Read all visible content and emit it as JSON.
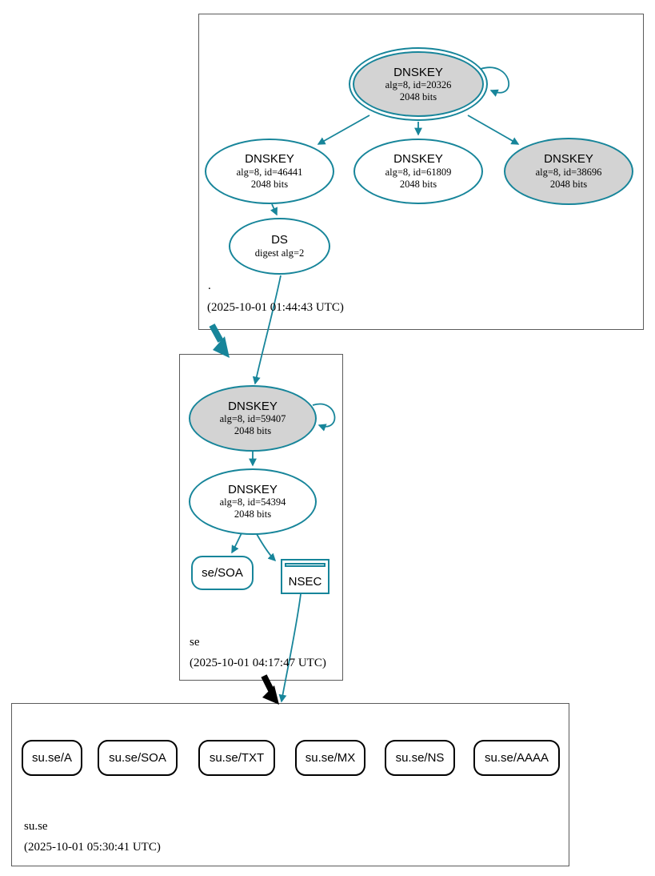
{
  "colors": {
    "secure_teal": "#17859a",
    "node_fill_gray": "#d3d3d3",
    "insecure_black": "#000000",
    "zone_box_border": "#5b5b5b"
  },
  "zones": {
    "root": {
      "label": ".",
      "timestamp": "(2025-10-01 01:44:43 UTC)",
      "ksk": {
        "title": "DNSKEY",
        "detail": "alg=8, id=20326",
        "bits": "2048 bits"
      },
      "zsk_46441": {
        "title": "DNSKEY",
        "detail": "alg=8, id=46441",
        "bits": "2048 bits"
      },
      "zsk_61809": {
        "title": "DNSKEY",
        "detail": "alg=8, id=61809",
        "bits": "2048 bits"
      },
      "ksk_38696": {
        "title": "DNSKEY",
        "detail": "alg=8, id=38696",
        "bits": "2048 bits"
      },
      "ds": {
        "title": "DS",
        "detail": "digest alg=2"
      }
    },
    "se": {
      "label": "se",
      "timestamp": "(2025-10-01 04:17:47 UTC)",
      "ksk": {
        "title": "DNSKEY",
        "detail": "alg=8, id=59407",
        "bits": "2048 bits"
      },
      "zsk": {
        "title": "DNSKEY",
        "detail": "alg=8, id=54394",
        "bits": "2048 bits"
      },
      "soa": {
        "label": "se/SOA"
      },
      "nsec": {
        "label": "NSEC"
      }
    },
    "su_se": {
      "label": "su.se",
      "timestamp": "(2025-10-01 05:30:41 UTC)",
      "rrsets": [
        "su.se/A",
        "su.se/SOA",
        "su.se/TXT",
        "su.se/MX",
        "su.se/NS",
        "su.se/AAAA"
      ]
    }
  }
}
